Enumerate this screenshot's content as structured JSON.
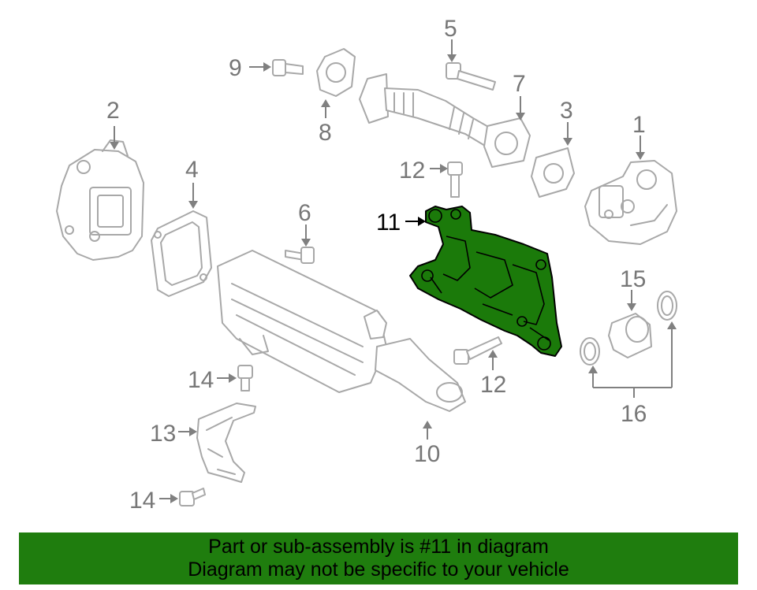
{
  "colors": {
    "highlight": "#1b7a0a",
    "banner": "#1f7d0e",
    "outline": "#a8a8a8",
    "callout_text": "#777777"
  },
  "callouts": {
    "c1": "1",
    "c2": "2",
    "c3": "3",
    "c4": "4",
    "c5": "5",
    "c6": "6",
    "c7": "7",
    "c8": "8",
    "c9": "9",
    "c10": "10",
    "c11": "11",
    "c12a": "12",
    "c12b": "12",
    "c13": "13",
    "c14a": "14",
    "c14b": "14",
    "c15": "15",
    "c16": "16"
  },
  "highlighted_part": "11",
  "banner": {
    "line1": "Part or sub-assembly is #11 in diagram",
    "line2": "Diagram may not be specific to your vehicle"
  }
}
